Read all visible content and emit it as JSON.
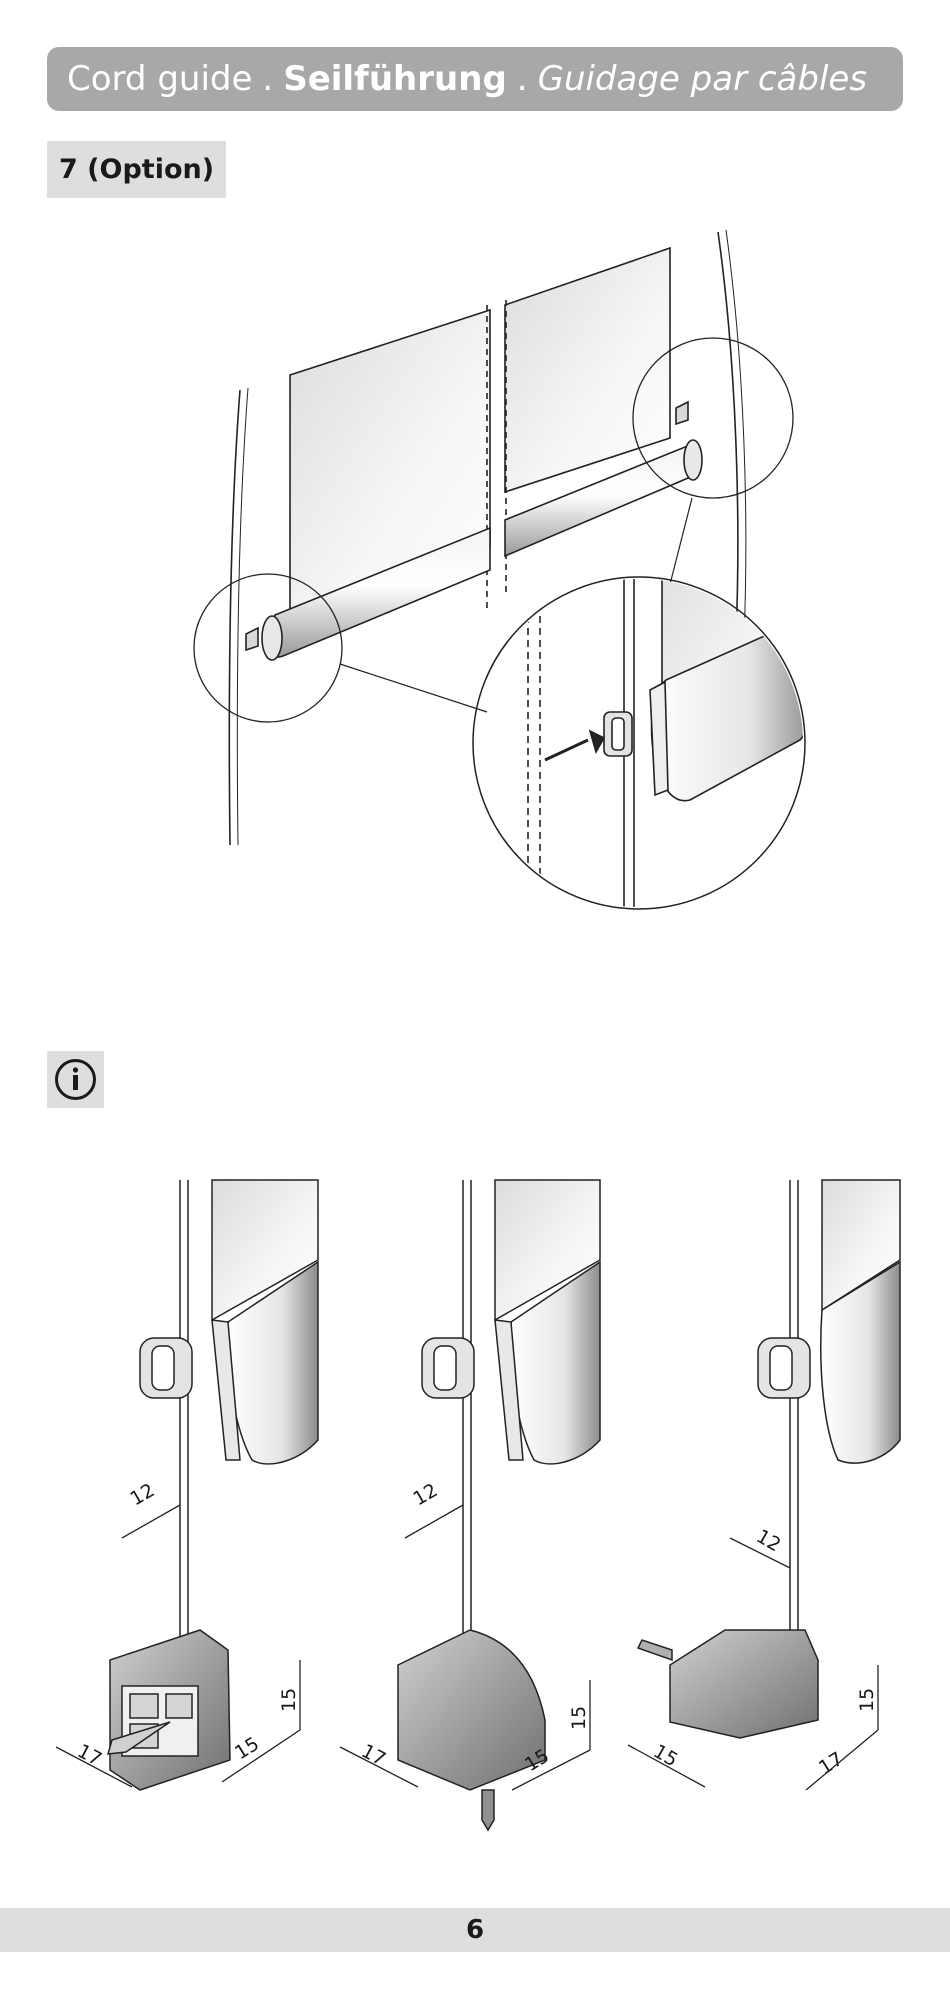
{
  "header": {
    "title_en": "Cord guide",
    "separator": ".",
    "title_de": "Seilführung",
    "title_fr": "Guidage par câbles"
  },
  "step": {
    "label": "7 (Option)"
  },
  "info": {
    "icon": "info-icon"
  },
  "dimensions": {
    "left": {
      "depth": "12",
      "height": "15",
      "width": "17",
      "side": "15"
    },
    "middle": {
      "depth": "12",
      "height": "15",
      "width": "17",
      "side": "15"
    },
    "right": {
      "depth": "12",
      "height": "15",
      "width": "17",
      "side": "15"
    }
  },
  "footer": {
    "page_number": "6"
  },
  "colors": {
    "header_bg": "#a8a8a8",
    "label_bg": "#dedede",
    "footer_bg": "#dedede"
  }
}
